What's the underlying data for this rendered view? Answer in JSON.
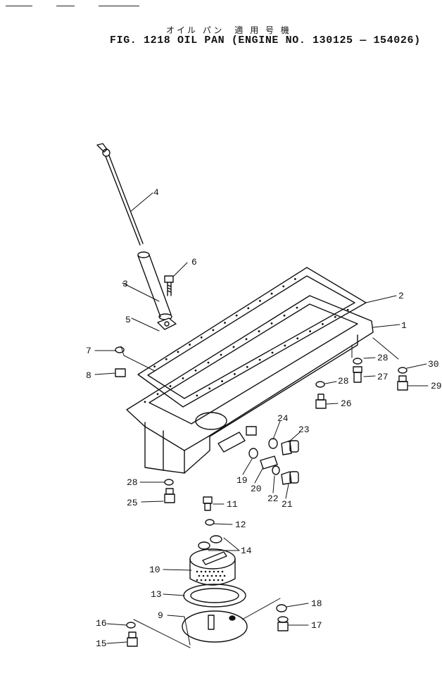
{
  "header": {
    "japanese_title": "オイル パン　適 用 号 機",
    "figure_title": "FIG. 1218  OIL PAN (ENGINE NO. 130125 — 154026)"
  },
  "callouts": {
    "c1": "1",
    "c2": "2",
    "c3": "3",
    "c4": "4",
    "c5": "5",
    "c6": "6",
    "c7": "7",
    "c8": "8",
    "c9": "9",
    "c10": "10",
    "c11": "11",
    "c12": "12",
    "c13": "13",
    "c14": "14",
    "c15": "15",
    "c16": "16",
    "c17": "17",
    "c18": "18",
    "c19": "19",
    "c20": "20",
    "c21": "21",
    "c22": "22",
    "c23": "23",
    "c24": "24",
    "c25": "25",
    "c26": "26",
    "c27": "27",
    "c28a": "28",
    "c28b": "28",
    "c28c": "28",
    "c29": "29",
    "c30": "30"
  },
  "colors": {
    "ink": "#111111",
    "paper": "#ffffff"
  }
}
